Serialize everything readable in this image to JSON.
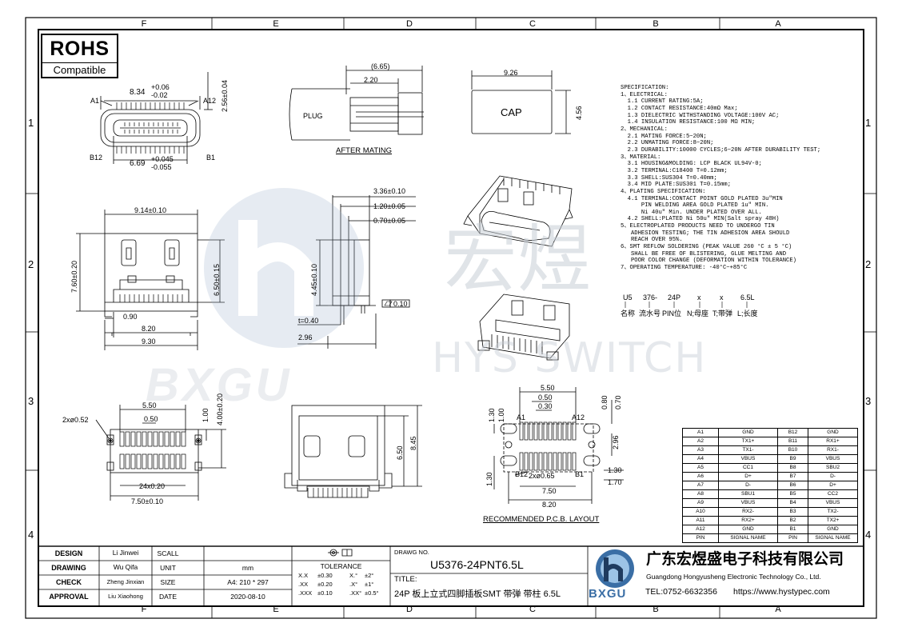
{
  "zones": {
    "columns": [
      "F",
      "E",
      "D",
      "C",
      "B",
      "A"
    ],
    "rows": [
      "1",
      "2",
      "3",
      "4"
    ]
  },
  "rohs": {
    "title": "ROHS",
    "subtitle": "Compatible"
  },
  "watermark": {
    "cn": "宏煜",
    "en": "HYS SWITCH",
    "logo_text": "BXGU"
  },
  "top_view": {
    "label_a1": "A1",
    "label_a12": "A12",
    "label_b12": "B12",
    "label_b1": "B1",
    "dim_width": "8.34",
    "tol_width_plus": "+0.06",
    "tol_width_minus": "-0.02",
    "dim_inner": "6.69",
    "tol_inner_plus": "+0.045",
    "tol_inner_minus": "-0.055",
    "dim_height": "2.56±0.04"
  },
  "mating_view": {
    "dim_overall": "(6.65)",
    "dim_plug": "2.20",
    "plug_label": "PLUG",
    "caption": "AFTER  MATING"
  },
  "cap_view": {
    "dim_width": "9.26",
    "dim_height": "4.56",
    "cap_label": "CAP"
  },
  "front_view": {
    "dim_top": "9.14±0.10",
    "dim_left": "7.60±0.20",
    "dim_right": "6.50±0.15",
    "dim_090": "0.90",
    "dim_820": "8.20",
    "dim_930": "9.30"
  },
  "side_view": {
    "dim_336": "3.36±0.10",
    "dim_120": "1.20±0.05",
    "dim_070": "0.70±0.05",
    "dim_445": "4.45±0.10",
    "flatness": "0.10",
    "dim_t": "t=0.40",
    "dim_296": "2.96"
  },
  "bottom_view": {
    "dim_550": "5.50",
    "dim_050": "0.50",
    "dim_holes": "2xø0.52",
    "dim_100": "1.00",
    "dim_400": "4.00±0.20",
    "dim_24x": "24x0.20",
    "dim_750": "7.50±0.10"
  },
  "rear_view": {
    "dim_650": "6.50",
    "dim_845": "8.45"
  },
  "pcb_layout": {
    "dim_550": "5.50",
    "dim_050": "0.50",
    "dim_030": "0.30",
    "dim_080": "0.80",
    "dim_070": "0.70",
    "dim_100": "1.00",
    "dim_130_top": "1.30",
    "dim_296": "2.96",
    "dim_130_right": "1.30",
    "dim_170": "1.70",
    "dim_130_left": "1.30",
    "dim_holes": "2xø0.65",
    "dim_750": "7.50",
    "dim_820": "8.20",
    "label_a1": "A1",
    "label_a12": "A12",
    "label_b12": "B12",
    "label_b1": "B1",
    "caption": "RECOMMENDED    P.C.B.  LAYOUT"
  },
  "specification": [
    "SPECIFICATION:",
    "1、ELECTRICAL:",
    "  1.1 CURRENT RATING:5A;",
    "  1.2 CONTACT RESISTANCE:40mΩ Max;",
    "  1.3 DIELECTRIC WITHSTANDING VOLTAGE:100V AC;",
    "  1.4 INSULATION RESISTANCE:100 MΩ MIN;",
    "2、MECHANICAL:",
    "  2.1 MATING FORCE:5~20N;",
    "  2.2 UNMATING FORCE:8~20N;",
    "  2.3 DURABILITY:10000 CYCLES;6~20N AFTER DURABILITY TEST;",
    "3、MATERIAL:",
    "  3.1 HOUSING&MOLDING: LCP BLACK UL94V-0;",
    "  3.2 TERMINAL:C18400 T=0.12mm;",
    "  3.3 SHELL:SUS304 T=0.40mm;",
    "  3.4 MID PLATE:SUS301 T=0.15mm;",
    "4、PLATING SPECIFICATION:",
    "  4.1 TERMINAL:CONTACT POINT GOLD PLATED 3u\"MIN",
    "      PIN WELDING AREA GOLD PLATED 1u\" MIN.",
    "      Ni 40u\" Min. UNDER PLATED OVER ALL.",
    "  4.2 SHELL:PLATED Ni 50u\" MIN(Salt spray 48H)",
    "5、ELECTROPLATED PRODUCTS NEED TO UNDERGO TIN",
    "   ADHESION TESTING; THE TIN ADHESION AREA SHOULD",
    "   REACH OVER 95%.",
    "6、SMT REFLOW SOLDERING (PEAK VALUE 260 °C ± 5 °C)",
    "   SHALL BE FREE OF BLISTERING, GLUE MELTING AND",
    "   POOR COLOR CHANGE (DEFORMATION WITHIN TOLERANCE)",
    "7、OPERATING TEMPERATURE: -40°C~+85°C"
  ],
  "part_number_code": {
    "codes": [
      "U5",
      "376-",
      "24P",
      "x",
      "x",
      "6.5L"
    ],
    "meanings": [
      "名称",
      "流水号",
      "PIN位",
      "N;母座",
      "T;带弹",
      "L;长度"
    ]
  },
  "pin_table": {
    "rows": [
      [
        "A1",
        "GND",
        "B12",
        "GND"
      ],
      [
        "A2",
        "TX1+",
        "B11",
        "RX1+"
      ],
      [
        "A3",
        "TX1-",
        "B10",
        "RX1-"
      ],
      [
        "A4",
        "VBUS",
        "B9",
        "VBUS"
      ],
      [
        "A5",
        "CC1",
        "B8",
        "SBU2"
      ],
      [
        "A6",
        "D+",
        "B7",
        "D-"
      ],
      [
        "A7",
        "D-",
        "B6",
        "D+"
      ],
      [
        "A8",
        "SBU1",
        "B5",
        "CC2"
      ],
      [
        "A9",
        "VBUS",
        "B4",
        "VBUS"
      ],
      [
        "A10",
        "RX2-",
        "B3",
        "TX2-"
      ],
      [
        "A11",
        "RX2+",
        "B2",
        "TX2+"
      ],
      [
        "A12",
        "GND",
        "B1",
        "GND"
      ]
    ],
    "header": [
      "PIN",
      "SIGNAL NAME",
      "PIN",
      "SIGNAL NAME"
    ]
  },
  "title_block": {
    "design_label": "DESIGN",
    "design_name": "Li Jinwei",
    "drawing_label": "DRAWING",
    "drawing_name": "Wu Qifa",
    "check_label": "CHECK",
    "check_name": "Zheng Jinxian",
    "approval_label": "APPROVAL",
    "approval_name": "Liu Xiaohong",
    "scale_label": "SCALL",
    "unit_label": "UNIT",
    "size_label": "SIZE",
    "date_label": "DATE",
    "unit_value": "mm",
    "size_value": "A4: 210 * 297",
    "date_value": "2020-08-10",
    "tolerance_label": "TOLERANCE",
    "tol": [
      [
        "X.X",
        "±0.30",
        "X.°",
        "±2°"
      ],
      [
        ".XX",
        "±0.20",
        ".X°",
        "±1°"
      ],
      [
        ".XXX",
        "±0.10",
        ".XX°",
        "±0.5°"
      ]
    ],
    "drawing_no_label": "DRAWG NO.",
    "drawing_no": "U5376-24PNT6.5L",
    "title_label": "TITLE:",
    "title_text": "24P 板上立式四脚插板SMT 带弹 带柱 6.5L",
    "company_cn": "广东宏煜盛电子科技有限公司",
    "company_en": "Guangdong Hongyusheng Electronic Technology Co., Ltd.",
    "company_tel": "TEL:0752-6632356",
    "company_web": "https://www.hystypec.com",
    "logo_text": "BXGU"
  }
}
